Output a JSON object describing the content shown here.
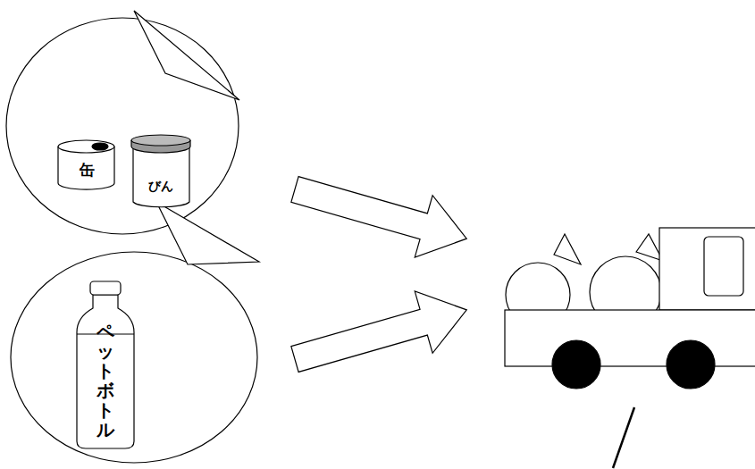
{
  "diagram": {
    "nodes": [
      {
        "text": [
          "缶"
        ]
      },
      {
        "text": [
          "びん"
        ]
      },
      {
        "text": [
          "ペットボトル"
        ]
      }
    ]
  }
}
